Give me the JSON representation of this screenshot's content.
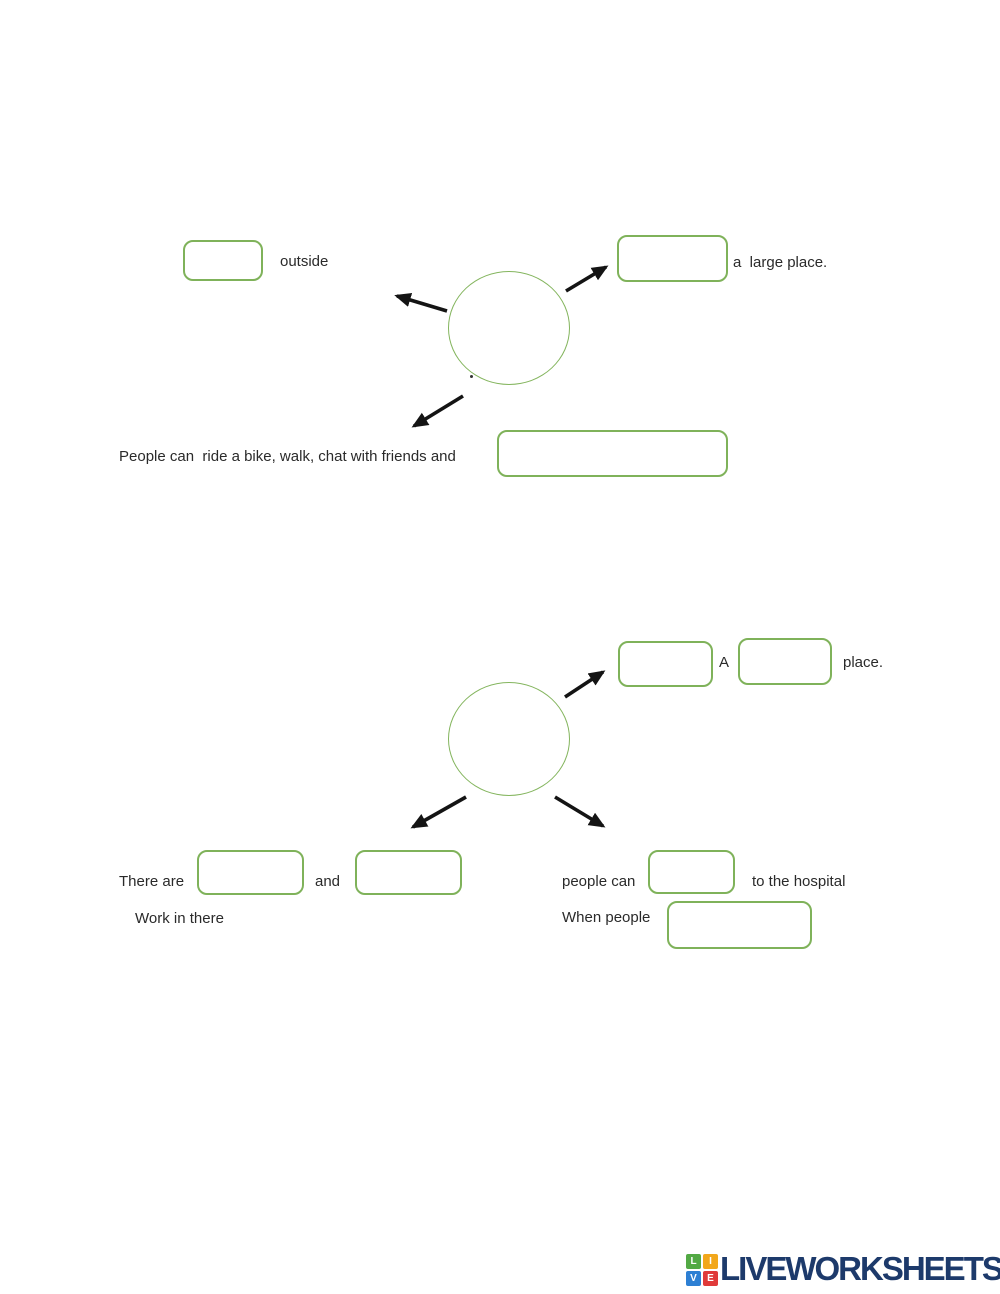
{
  "colors": {
    "page_bg": "#ffffff",
    "box_border": "#7fb25a",
    "circle_border": "#84b55e",
    "arrow": "#141414",
    "text": "#2a2a2a",
    "logo_navy": "#1d3a6b",
    "logo_green": "#52a944",
    "logo_yellow": "#f2a71b",
    "logo_blue": "#2d7fd3",
    "logo_red": "#e03a3a"
  },
  "diagram1": {
    "outside_label": "outside",
    "large_place_label": "a  large place.",
    "sentence_label": "People can  ride a bike, walk, chat with friends and"
  },
  "diagram2": {
    "a_label": "A",
    "place_label": "place.",
    "there_are_label": "There are",
    "and_label": "and",
    "people_can_label": "people can",
    "to_hospital_label": "to the hospital",
    "work_label": "Work in there",
    "when_people_label": "When people"
  },
  "answers": {
    "values": [
      "",
      "",
      "",
      "",
      "",
      "",
      "",
      "",
      ""
    ]
  },
  "logo": {
    "brand": "LIVEWORKSHEETS",
    "squares": [
      {
        "letter": "L"
      },
      {
        "letter": "I"
      },
      {
        "letter": "V"
      },
      {
        "letter": "E"
      }
    ]
  }
}
